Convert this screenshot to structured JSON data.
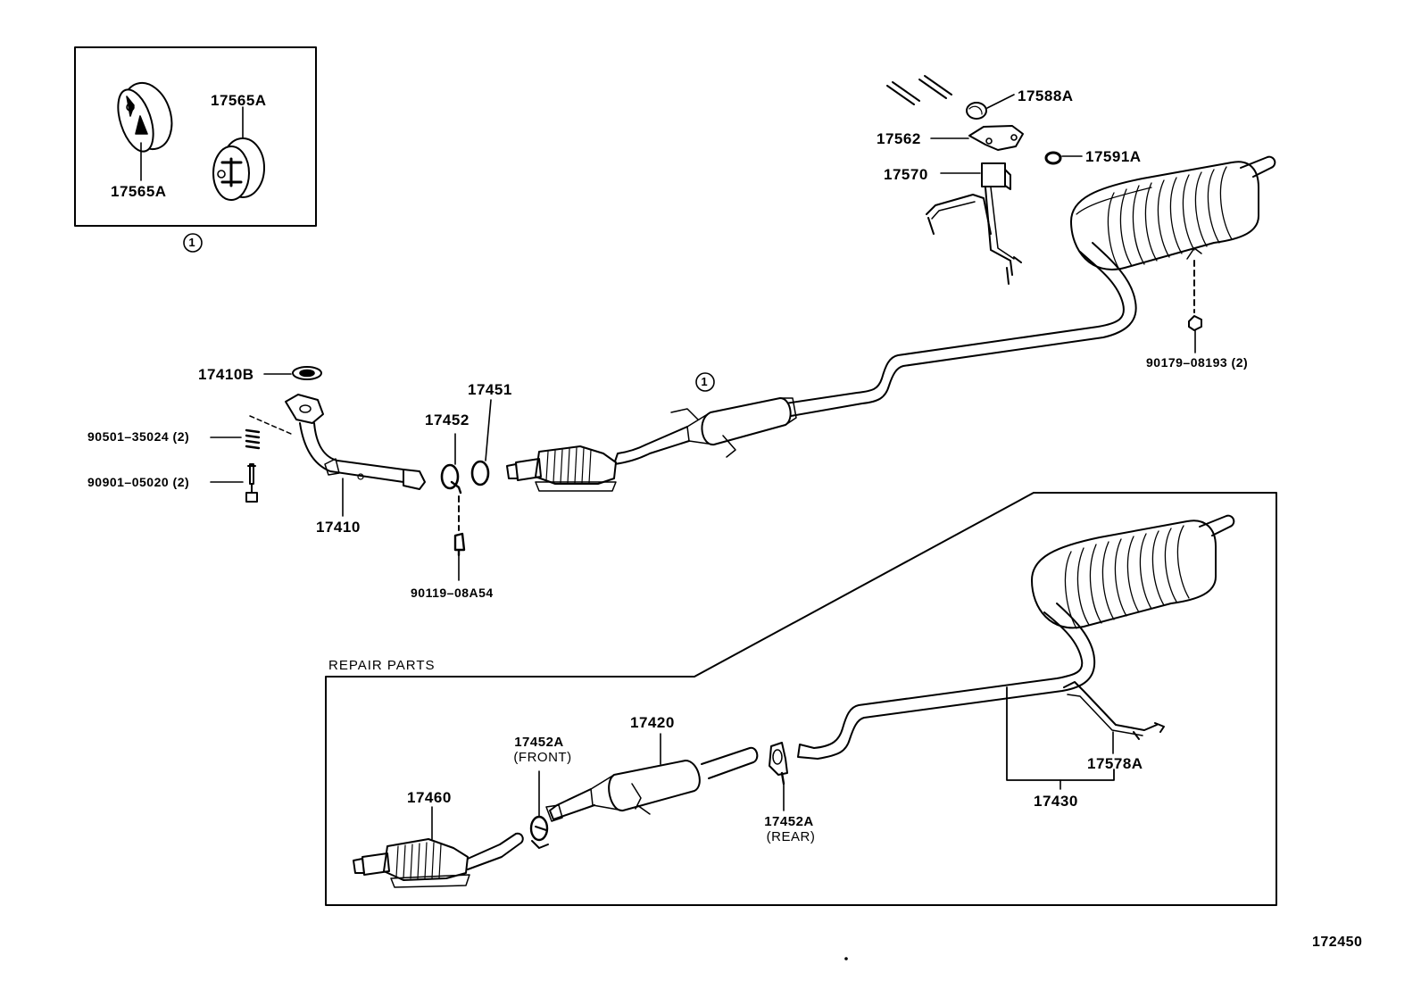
{
  "labels": {
    "p17565A_top": "17565A",
    "p17565A_bottom": "17565A",
    "group_marker": "1",
    "p17588A": "17588A",
    "p17562": "17562",
    "p17591A": "17591A",
    "p17570": "17570",
    "p90179": "90179–08193 (2)",
    "p17410B": "17410B",
    "p90501": "90501–35024 (2)",
    "p90901": "90901–05020 (2)",
    "p17410": "17410",
    "p17452": "17452",
    "p17451": "17451",
    "p90119": "90119–08A54",
    "p17420": "17420",
    "p17452A_front": "17452A",
    "p17452A_front_note": "(FRONT)",
    "p17460": "17460",
    "p17452A_rear": "17452A",
    "p17452A_rear_note": "(REAR)",
    "p17578A": "17578A",
    "p17430": "17430"
  },
  "repair_parts_title": "REPAIR  PARTS",
  "figure_code": "172450"
}
